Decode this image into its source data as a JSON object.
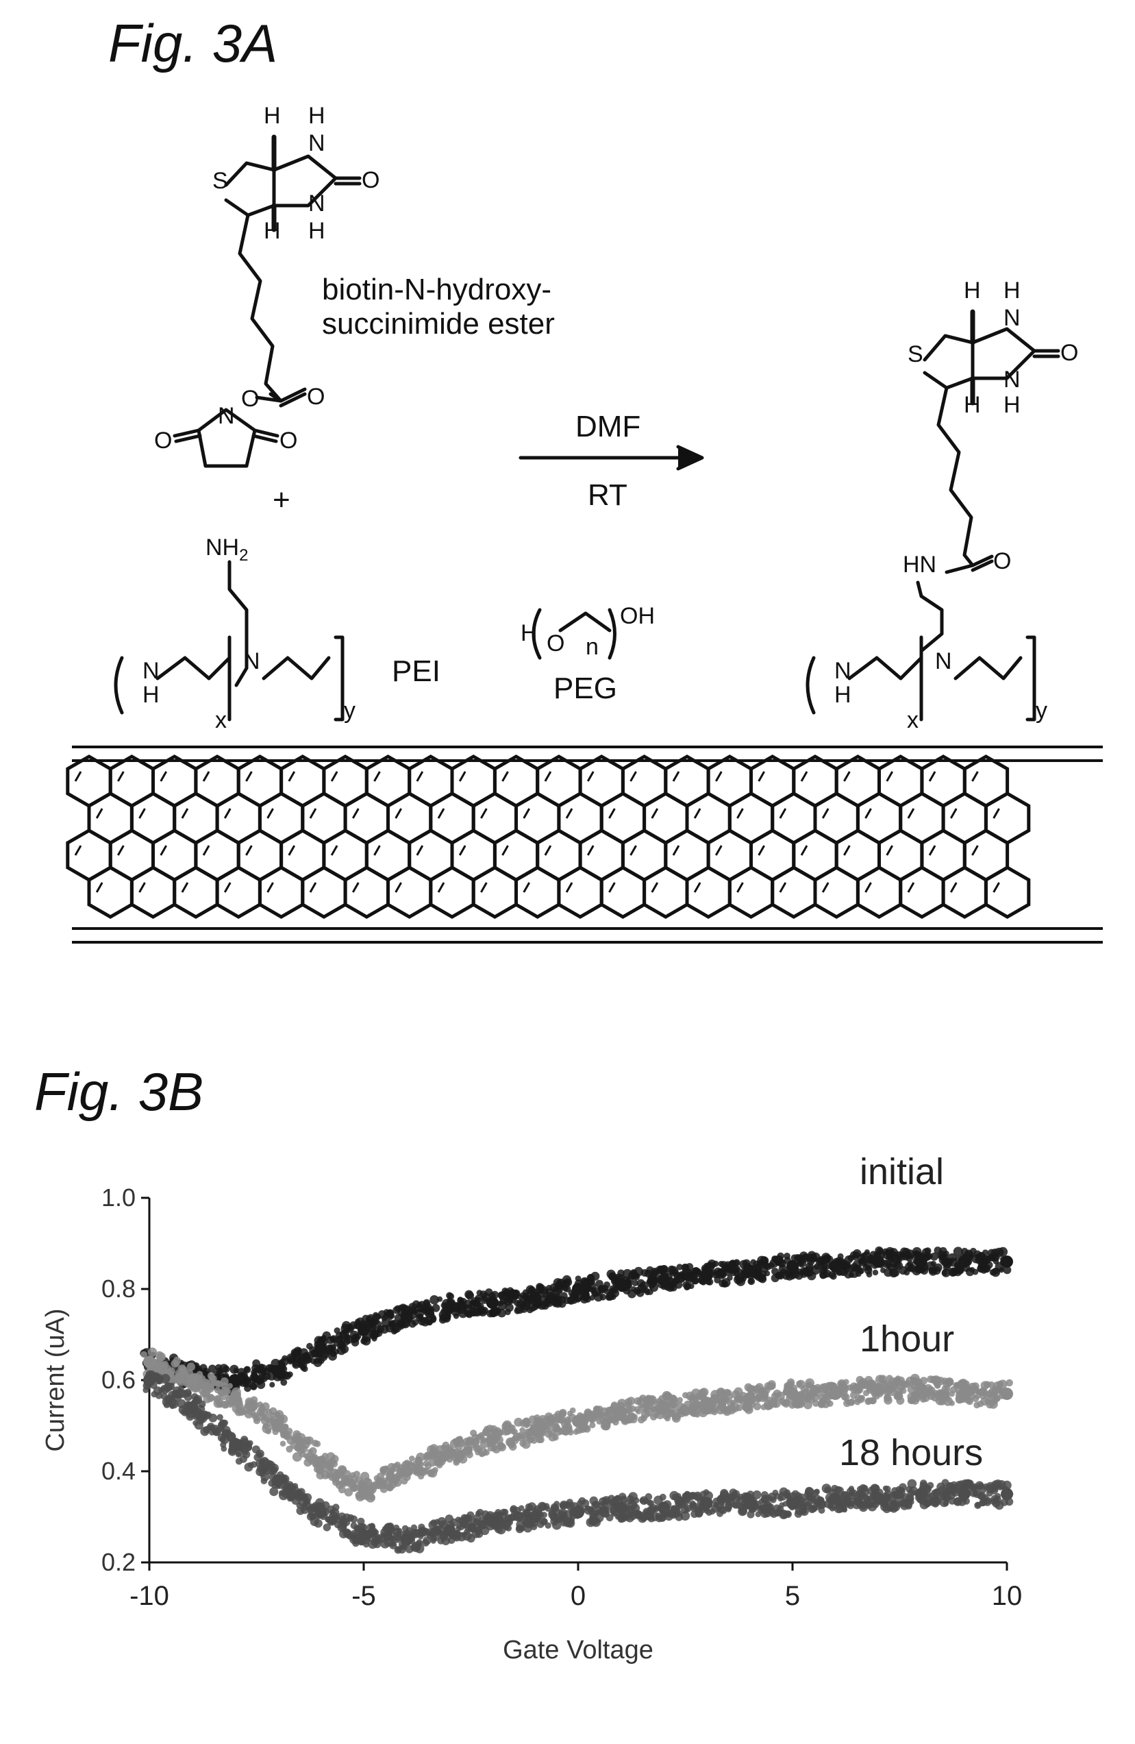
{
  "fig3a": {
    "label": "Fig. 3A",
    "reagent_name_line1": "biotin-N-hydroxy-",
    "reagent_name_line2": "succinimide ester",
    "plus": "+",
    "solvent": "DMF",
    "temperature": "RT",
    "pei": "PEI",
    "peg": "PEG",
    "peg_formula": {
      "h": "H",
      "o": "O",
      "n": "n",
      "oh": "OH"
    },
    "atoms": {
      "H": "H",
      "N": "N",
      "S": "S",
      "O": "O",
      "HN": "HN",
      "NH": "NH",
      "NH2": "NH",
      "sub2": "2",
      "x": "x",
      "y": "y"
    }
  },
  "fig3b": {
    "label": "Fig. 3B"
  },
  "chart_data": {
    "type": "scatter",
    "title": "",
    "xlabel": "Gate Voltage",
    "ylabel": "Current (uA)",
    "xlim": [
      -10,
      10
    ],
    "ylim": [
      0.2,
      1.0
    ],
    "xticks": [
      "-10",
      "-5",
      "0",
      "5",
      "10"
    ],
    "yticks": [
      "0.2",
      "0.4",
      "0.6",
      "0.8",
      "1.0"
    ],
    "grid": false,
    "series": [
      {
        "name": "initial",
        "color": "#1a1a1a",
        "x": [
          -10,
          -9,
          -8,
          -7,
          -6,
          -5,
          -4,
          -3,
          -2,
          -1,
          0,
          1,
          2,
          3,
          4,
          5,
          6,
          7,
          8,
          9,
          10
        ],
        "y": [
          0.64,
          0.61,
          0.6,
          0.62,
          0.67,
          0.71,
          0.74,
          0.76,
          0.77,
          0.78,
          0.8,
          0.81,
          0.82,
          0.83,
          0.84,
          0.85,
          0.85,
          0.86,
          0.86,
          0.86,
          0.86
        ]
      },
      {
        "name": "1hour",
        "color": "#8a8a8a",
        "x": [
          -10,
          -9,
          -8,
          -7,
          -6,
          -5,
          -4,
          -3,
          -2,
          -1,
          0,
          1,
          2,
          3,
          4,
          5,
          6,
          7,
          8,
          9,
          10
        ],
        "y": [
          0.64,
          0.6,
          0.56,
          0.5,
          0.42,
          0.36,
          0.4,
          0.44,
          0.47,
          0.49,
          0.51,
          0.53,
          0.54,
          0.55,
          0.56,
          0.57,
          0.57,
          0.58,
          0.58,
          0.57,
          0.57
        ]
      },
      {
        "name": "18 hours",
        "color": "#4d4d4d",
        "x": [
          -10,
          -9,
          -8,
          -7,
          -6,
          -5,
          -4,
          -3,
          -2,
          -1,
          0,
          1,
          2,
          3,
          4,
          5,
          6,
          7,
          8,
          9,
          10
        ],
        "y": [
          0.6,
          0.54,
          0.46,
          0.38,
          0.31,
          0.26,
          0.25,
          0.27,
          0.29,
          0.3,
          0.31,
          0.32,
          0.32,
          0.33,
          0.33,
          0.33,
          0.34,
          0.34,
          0.35,
          0.35,
          0.35
        ]
      }
    ],
    "annotations": [
      "initial",
      "1hour",
      "18 hours"
    ]
  }
}
